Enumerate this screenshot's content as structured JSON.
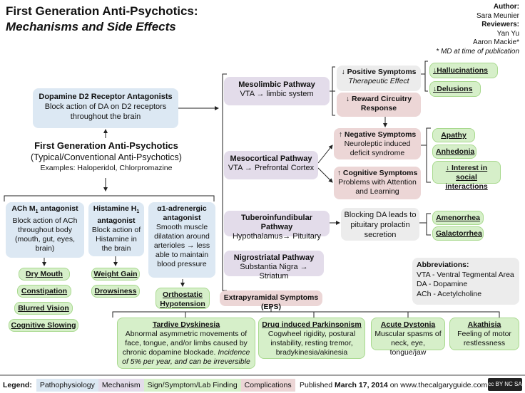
{
  "title": {
    "line1": "First Generation Anti-Psychotics:",
    "line2": "Mechanisms and Side Effects"
  },
  "credits": {
    "author_label": "Author:",
    "author": "Sara Meunier",
    "reviewers_label": "Reviewers:",
    "reviewer1": "Yan Yu",
    "reviewer2": "Aaron Mackie*",
    "note": "* MD at time of publication"
  },
  "center": {
    "title": "First Generation Anti-Psychotics",
    "subtitle": "(Typical/Conventional Anti-Psychotics)",
    "examples": "Examples: Haloperidol, Chlorpromazine"
  },
  "d2": {
    "title": "Dopamine D2 Receptor Antagonists",
    "desc": "Block action of DA on D2 receptors throughout the brain"
  },
  "ach": {
    "title": "ACh M",
    "title_sub": "1",
    "title_rest": " antagonist",
    "desc": "Block action of ACh throughout body (mouth, gut, eyes, brain)",
    "effects": [
      "Dry Mouth",
      "Constipation",
      "Blurred Vision",
      "Cognitive Slowing"
    ]
  },
  "histamine": {
    "title": "Histamine H",
    "title_sub": "1",
    "title_rest": " antagonist",
    "desc": "Block action of Histamine in the brain",
    "effects": [
      "Weight Gain",
      "Drowsiness"
    ]
  },
  "alpha": {
    "title": "α1-adrenergic antagonist",
    "desc": "Smooth muscle dilatation around arterioles → less able to maintain blood pressure",
    "effect": "Orthostatic Hypotension"
  },
  "pathways": {
    "mesolimbic": {
      "title": "Mesolimbic Pathway",
      "desc": "VTA → limbic system"
    },
    "mesocortical": {
      "title": "Mesocortical Pathway",
      "desc": "VTA → Prefrontal Cortex"
    },
    "tubero": {
      "title": "Tuberoinfundibular Pathway",
      "desc": "Hypothalamus→ Pituitary"
    },
    "nigro": {
      "title": "Nigrostriatal Pathway",
      "desc": "Substantia Nigra → Striatum"
    }
  },
  "mesolimbic_effects": {
    "positive_title": "↓ Positive Symptoms",
    "positive_desc": "Therapeutic Effect",
    "reward_title": "↓ Reward Circuitry Response",
    "hallucinations": "↓Hallucinations",
    "delusions": "↓Delusions"
  },
  "mesocortical_effects": {
    "negative_title": "↑ Negative Symptoms",
    "negative_desc": "Neuroleptic induced deficit syndrome",
    "cognitive_title": "↑ Cognitive Symptoms",
    "cognitive_desc": "Problems with Attention and Learning",
    "apathy": "Apathy",
    "anhedonia": "Anhedonia",
    "social": "↓ Interest in social interactions"
  },
  "tubero_effects": {
    "prolactin": "Blocking DA leads to pituitary prolactin secretion",
    "amenorrhea": "Amenorrhea",
    "galactorrhea": "Galactorrhea"
  },
  "abbreviations": {
    "title": "Abbreviations:",
    "items": [
      "VTA - Ventral Tegmental Area",
      "DA - Dopamine",
      "ACh - Acetylcholine"
    ]
  },
  "eps": {
    "title": "Extrapyramidal Symptoms (EPS)",
    "tardive_title": "Tardive Dyskinesia",
    "tardive_desc": "Abnormal asymmetric movements of face, tongue, and/or limbs caused by chronic dopamine blockade.",
    "tardive_note": "Incidence of 5% per year, and can be irreversible",
    "parkinsonism_title": "Drug induced Parkinsonism",
    "parkinsonism_desc": "Cogwheel rigidity, postural instability, resting tremor, bradykinesia/akinesia",
    "dystonia_title": "Acute Dystonia",
    "dystonia_desc": "Muscular spasms of neck, eye, tongue/jaw",
    "akathisia_title": "Akathisia",
    "akathisia_desc": "Feeling of motor restlessness"
  },
  "legend": {
    "label": "Legend:",
    "items": [
      "Pathophysiology",
      "Mechanism",
      "Sign/Symptom/Lab Finding",
      "Complications"
    ],
    "colors": [
      "#dce8f3",
      "#e3dcea",
      "#d6efc9",
      "#ecd6d6"
    ]
  },
  "footer": {
    "published_prefix": "Published",
    "published_date": "March 17, 2014",
    "published_suffix": "on www.thecalgaryguide.com",
    "license": "cc BY NC SA"
  }
}
